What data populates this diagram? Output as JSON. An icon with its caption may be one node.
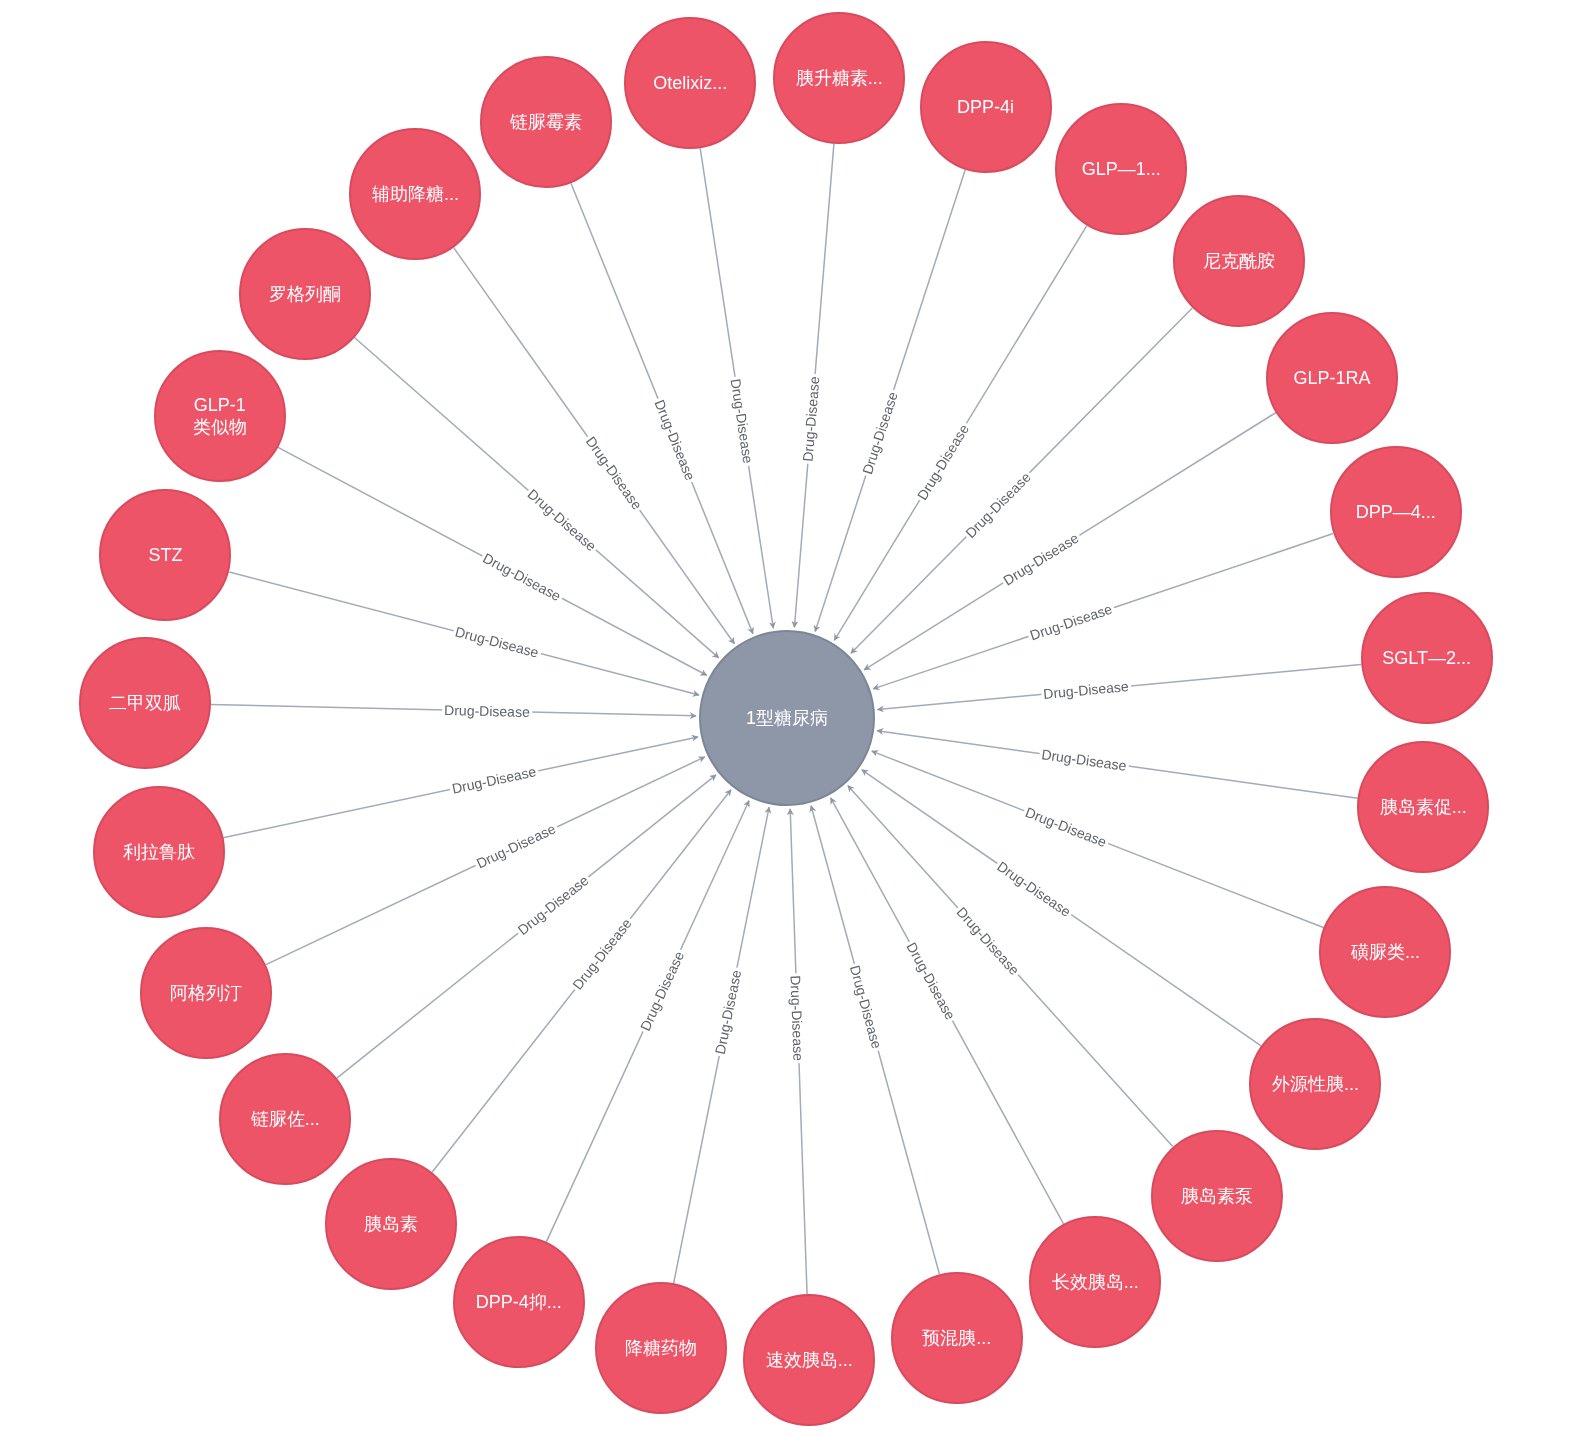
{
  "diagram": {
    "nodes": [
      {
        "text": [
          "1型糖尿病"
        ]
      },
      {
        "text": [
          "胰升糖素..."
        ]
      },
      {
        "text": [
          "链脲霉素"
        ]
      },
      {
        "text": [
          "DPP-4i"
        ]
      },
      {
        "text": [
          "尼克酰胺"
        ]
      },
      {
        "text": [
          "罗格列酮"
        ]
      },
      {
        "text": [
          "Otelixiz..."
        ]
      },
      {
        "text": [
          "GLP-1RA"
        ]
      },
      {
        "text": [
          "GLP-1 类似物"
        ]
      },
      {
        "text": [
          "辅助降糖..."
        ]
      },
      {
        "text": [
          "GLP—1..."
        ]
      },
      {
        "text": [
          "DPP—4..."
        ]
      },
      {
        "text": [
          "SGLT—2..."
        ]
      },
      {
        "text": [
          "二甲双胍"
        ]
      },
      {
        "text": [
          "STZ"
        ]
      },
      {
        "text": [
          "胰岛素促..."
        ]
      },
      {
        "text": [
          "利拉鲁肽"
        ]
      },
      {
        "text": [
          "链脲佐..."
        ]
      },
      {
        "text": [
          "外源性胰..."
        ]
      },
      {
        "text": [
          "磺脲类..."
        ]
      },
      {
        "text": [
          "阿格列汀"
        ]
      },
      {
        "text": [
          "DPP-4抑..."
        ]
      },
      {
        "text": [
          "预混胰..."
        ]
      },
      {
        "text": [
          "胰岛素泵"
        ]
      },
      {
        "text": [
          "胰岛素"
        ]
      },
      {
        "text": [
          "降糖药物"
        ]
      },
      {
        "text": [
          "速效胰岛..."
        ]
      },
      {
        "text": [
          "长效胰岛..."
        ]
      }
    ],
    "edges": [
      {
        "from": 1,
        "to": 0,
        "arrow": "to",
        "label": "Drug-Disease"
      },
      {
        "from": 2,
        "to": 0,
        "arrow": "to",
        "label": "Drug-Disease"
      },
      {
        "from": 3,
        "to": 0,
        "arrow": "to",
        "label": "Drug-Disease"
      },
      {
        "from": 4,
        "to": 0,
        "arrow": "to",
        "label": "Drug-Disease"
      },
      {
        "from": 5,
        "to": 0,
        "arrow": "to",
        "label": "Drug-Disease"
      },
      {
        "from": 6,
        "to": 0,
        "arrow": "to",
        "label": "Drug-Disease"
      },
      {
        "from": 7,
        "to": 0,
        "arrow": "to",
        "label": "Drug-Disease"
      },
      {
        "from": 8,
        "to": 0,
        "arrow": "to",
        "label": "Drug-Disease"
      },
      {
        "from": 9,
        "to": 0,
        "arrow": "to",
        "label": "Drug-Disease"
      },
      {
        "from": 10,
        "to": 0,
        "arrow": "to",
        "label": "Drug-Disease"
      },
      {
        "from": 11,
        "to": 0,
        "arrow": "to",
        "label": "Drug-Disease"
      },
      {
        "from": 12,
        "to": 0,
        "arrow": "to",
        "label": "Drug-Disease"
      },
      {
        "from": 13,
        "to": 0,
        "arrow": "to",
        "label": "Drug-Disease"
      },
      {
        "from": 14,
        "to": 0,
        "arrow": "to",
        "label": "Drug-Disease"
      },
      {
        "from": 15,
        "to": 0,
        "arrow": "to",
        "label": "Drug-Disease"
      },
      {
        "from": 16,
        "to": 0,
        "arrow": "to",
        "label": "Drug-Disease"
      },
      {
        "from": 17,
        "to": 0,
        "arrow": "to",
        "label": "Drug-Disease"
      },
      {
        "from": 18,
        "to": 0,
        "arrow": "to",
        "label": "Drug-Disease"
      },
      {
        "from": 19,
        "to": 0,
        "arrow": "to",
        "label": "Drug-Disease"
      },
      {
        "from": 20,
        "to": 0,
        "arrow": "to",
        "label": "Drug-Disease"
      },
      {
        "from": 21,
        "to": 0,
        "arrow": "to",
        "label": "Drug-Disease"
      },
      {
        "from": 22,
        "to": 0,
        "arrow": "to",
        "label": "Drug-Disease"
      },
      {
        "from": 23,
        "to": 0,
        "arrow": "to",
        "label": "Drug-Disease"
      },
      {
        "from": 24,
        "to": 0,
        "arrow": "to",
        "label": "Drug-Disease"
      },
      {
        "from": 25,
        "to": 0,
        "arrow": "to",
        "label": "Drug-Disease"
      },
      {
        "from": 26,
        "to": 0,
        "arrow": "to",
        "label": "Drug-Disease"
      },
      {
        "from": 27,
        "to": 0,
        "arrow": "to",
        "label": "Drug-Disease"
      }
    ]
  }
}
